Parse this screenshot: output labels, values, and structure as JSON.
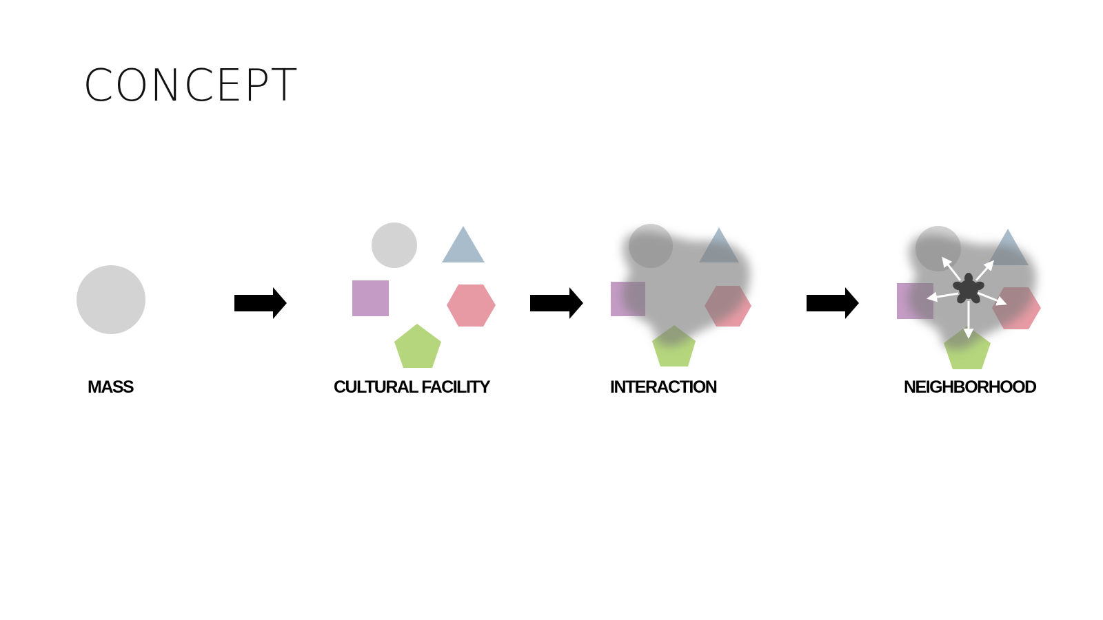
{
  "title": "CONCEPT",
  "stages": [
    {
      "label": "MASS"
    },
    {
      "label": "CULTURAL FACILITY"
    },
    {
      "label": "INTERACTION"
    },
    {
      "label": "NEIGHBORHOOD"
    }
  ],
  "colors": {
    "circle": "#d3d3d3",
    "triangle": "#a9bccb",
    "square": "#c49bc4",
    "hexagon": "#e79aa4",
    "pentagon": "#b5d67c",
    "blob": "#7c7c7c",
    "hub": "#555555",
    "arrow": "#000000"
  },
  "icons": [
    "circle-shape",
    "triangle-shape",
    "square-shape",
    "hexagon-shape",
    "pentagon-shape",
    "flow-arrow",
    "blob-shape",
    "hub-asterisk"
  ]
}
